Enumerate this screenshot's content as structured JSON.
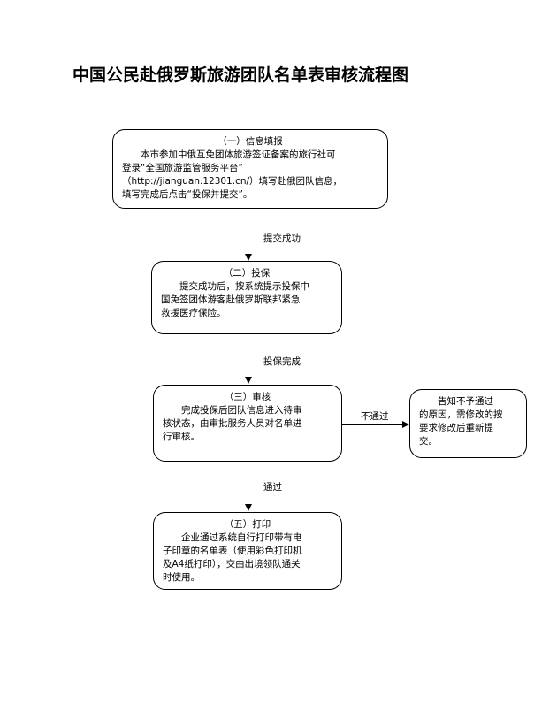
{
  "title": "中国公民赴俄罗斯旅游团队名单表审核流程图",
  "steps": [
    {
      "heading": "（一）信息填报",
      "lines": [
        "　　本市参加中俄互免团体旅游签证备案的旅行社可",
        "登录“全国旅游监管服务平台”",
        "（http://jianguan.12301.cn/）填写赴俄团队信息，",
        "填写完成后点击“投保并提交”。"
      ]
    },
    {
      "heading": "（二）投保",
      "lines": [
        "　　提交成功后，按系统提示投保中",
        "国免签团体游客赴俄罗斯联邦紧急",
        "救援医疗保险。"
      ]
    },
    {
      "heading": "（三）审核",
      "lines": [
        "　　完成投保后团队信息进入待审",
        "核状态，由审批服务人员对名单进",
        "行审核。"
      ]
    },
    {
      "heading": "（五）打印",
      "lines": [
        "　　企业通过系统自行打印带有电",
        "子印章的名单表（使用彩色打印机",
        "及A4纸打印），交由出境领队通关",
        "时使用。"
      ]
    }
  ],
  "reject_box": {
    "lines": [
      "　　告知不予通过",
      "的原因，需修改的按",
      "要求修改后重新提",
      "交。"
    ]
  },
  "edges": {
    "submit_success": "提交成功",
    "insured": "投保完成",
    "pass": "通过",
    "fail": "不通过"
  }
}
